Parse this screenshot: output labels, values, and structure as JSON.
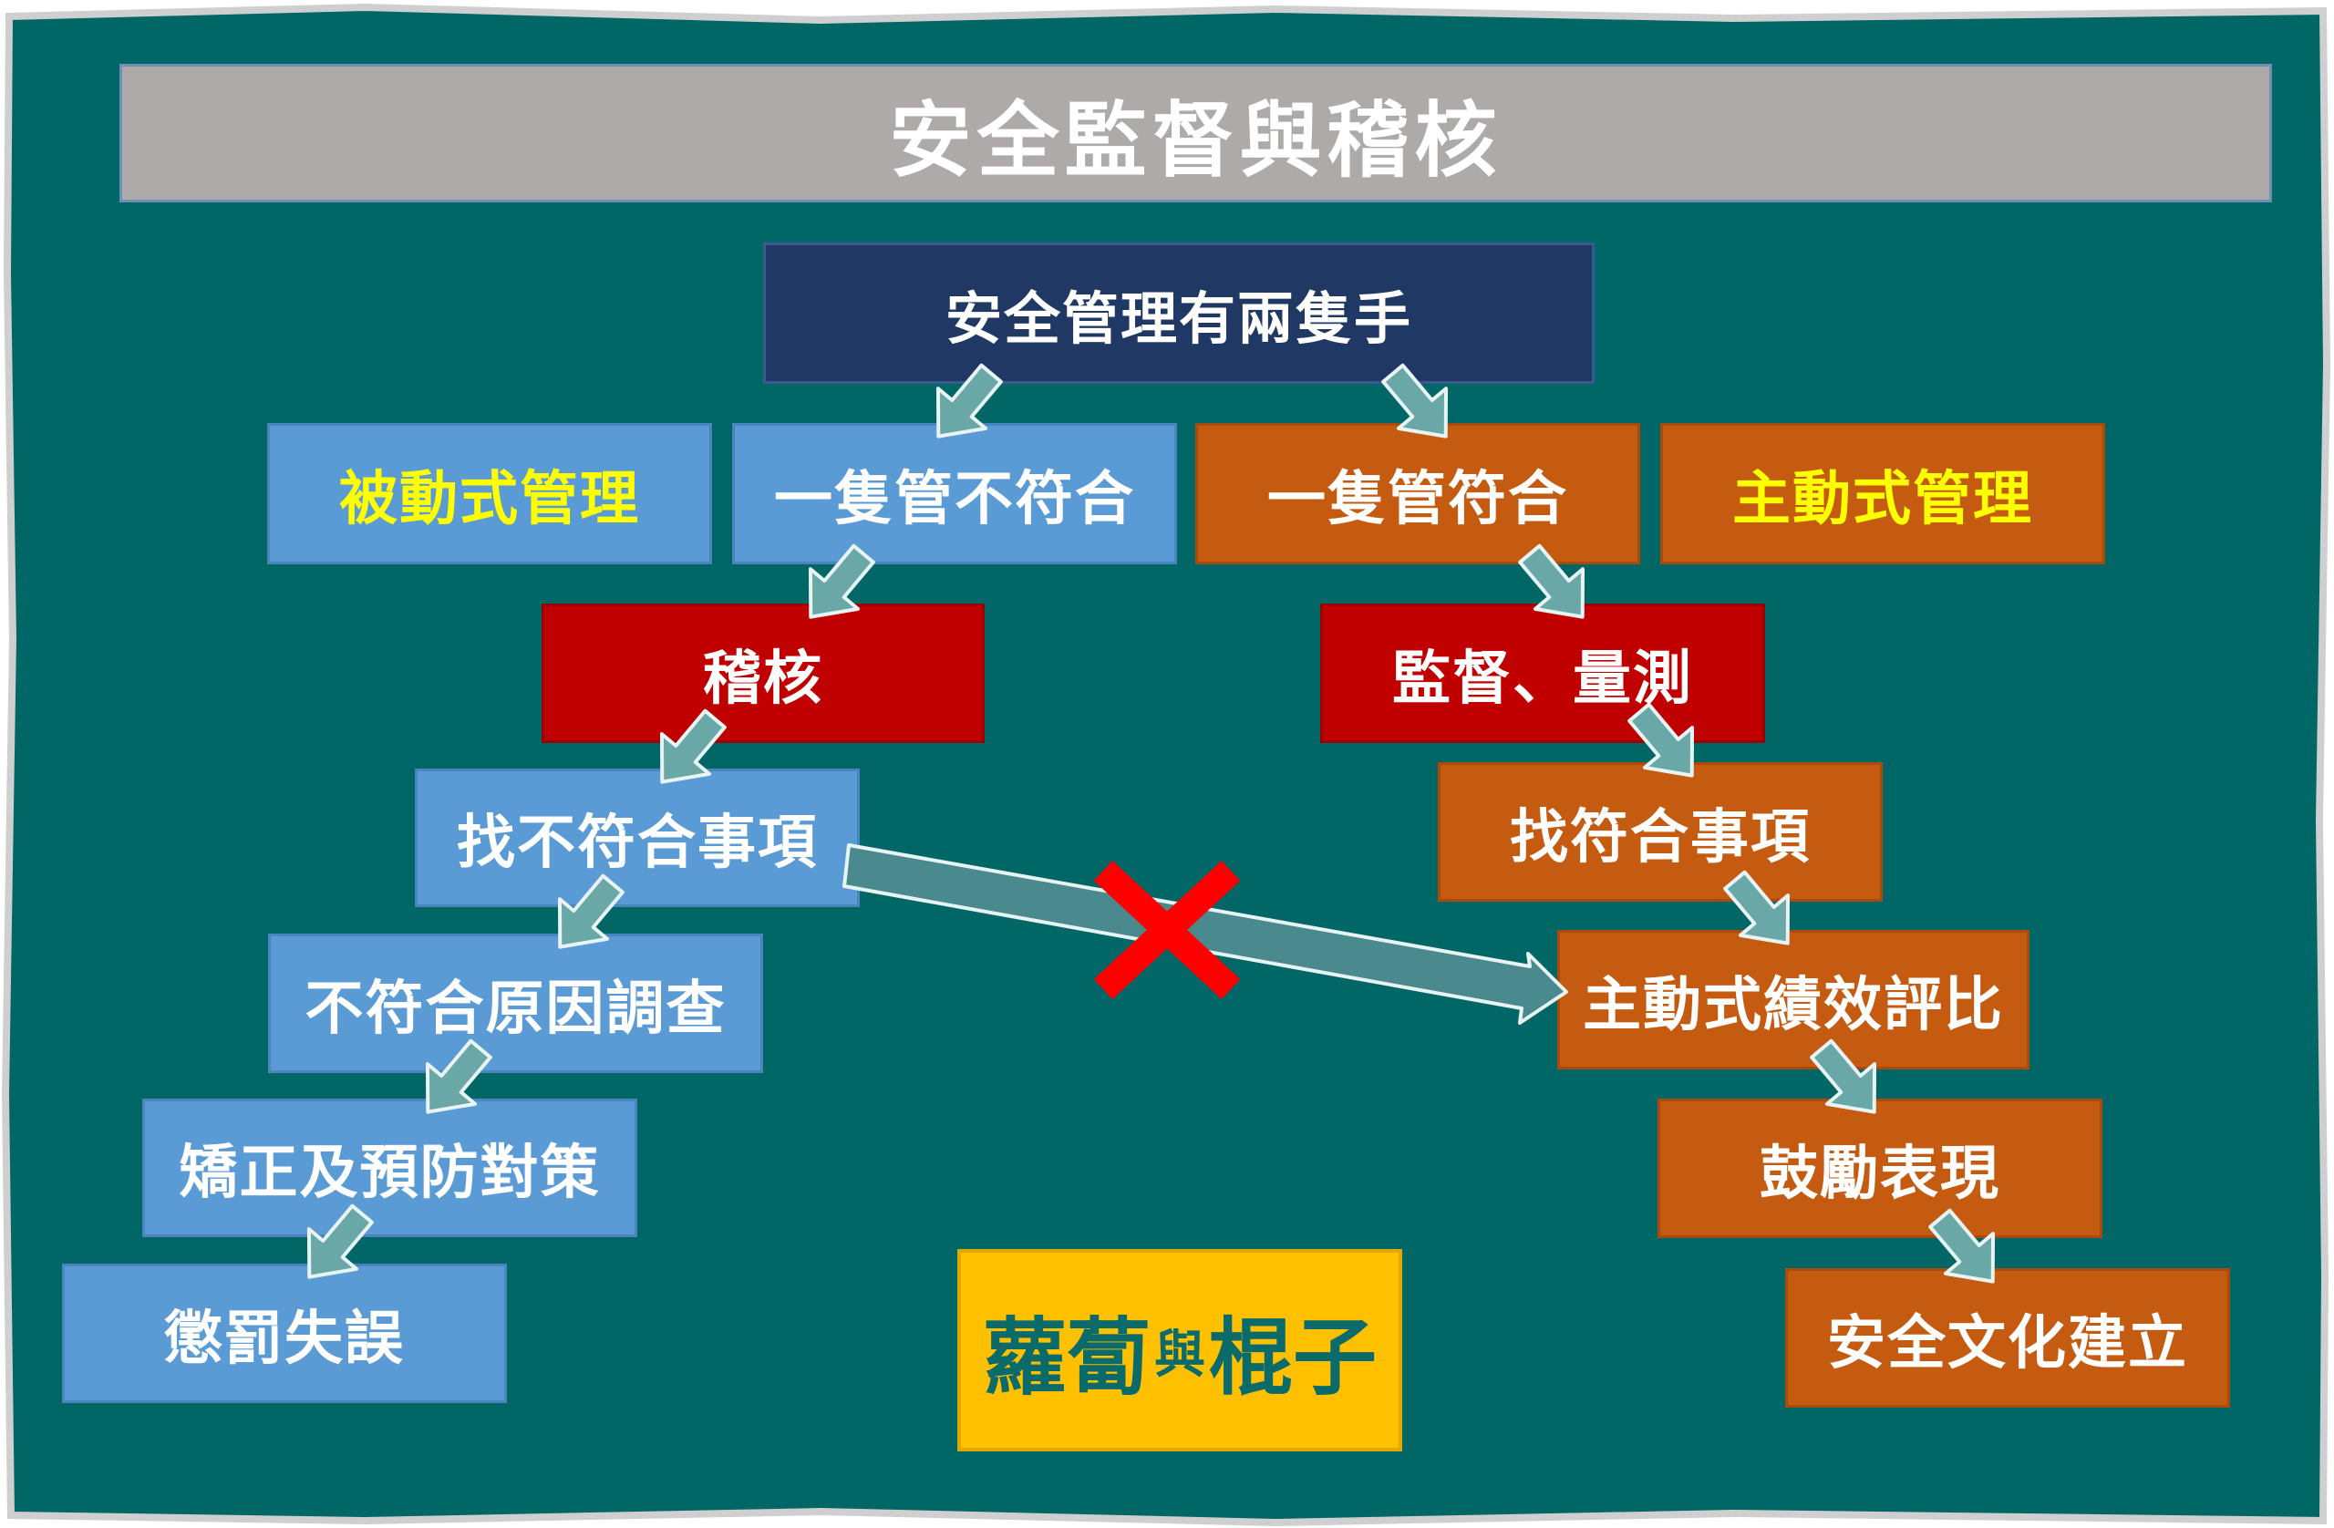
{
  "title": "安全監督與稽核",
  "root": "安全管理有兩隻手",
  "left": {
    "label": "被動式管理",
    "hand": "一隻管不符合",
    "steps": [
      "稽核",
      "找不符合事項",
      "不符合原因調查",
      "矯正及預防對策",
      "懲罰失誤"
    ]
  },
  "right": {
    "label": "主動式管理",
    "hand": "一隻管符合",
    "steps": [
      "監督、量測",
      "找符合事項",
      "主動式績效評比",
      "鼓勵表現",
      "安全文化建立"
    ]
  },
  "callout": {
    "part1": "蘿蔔",
    "connector": "與",
    "part2": "棍子"
  },
  "colors": {
    "board": "#006666",
    "passive": "#5b9bd5",
    "active": "#c55a11",
    "audit": "#c00000",
    "root": "#203864",
    "title": "#aeaaaa",
    "callout": "#ffc000",
    "highlight_text": "#ffff00",
    "cross": "#ff0000"
  }
}
